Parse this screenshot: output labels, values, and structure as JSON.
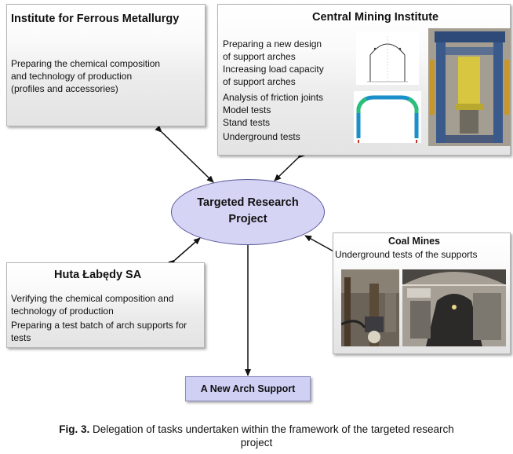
{
  "boxes": {
    "ferrous": {
      "title": "Institute for Ferrous Metallurgy",
      "lines": [
        "Preparing the chemical composition",
        "and technology of production",
        "(profiles and accessories)"
      ]
    },
    "mining": {
      "title": "Central Mining Institute",
      "lines": [
        "Preparing a new design",
        "of support arches",
        "Increasing load capacity",
        "of support arches",
        "Analysis of friction joints",
        "Model tests",
        "Stand tests",
        "Underground tests"
      ]
    },
    "huta": {
      "title": "Huta Łabędy SA",
      "lines": [
        "Verifying the chemical composition and",
        "technology of production",
        "Preparing a test batch of arch supports for",
        "tests"
      ]
    },
    "coal": {
      "title": "Coal Mines",
      "subtitle": "Underground tests of the supports"
    }
  },
  "center": {
    "line1": "Targeted Research",
    "line2": "Project"
  },
  "result": {
    "label": "A New Arch Support"
  },
  "caption": {
    "fig": "Fig. 3.",
    "line1": " Delegation of tasks undertaken within the framework of the targeted research",
    "line2": "project"
  },
  "colors": {
    "ellipse_fill": "#d6d4f4",
    "result_fill": "#cfd0f4",
    "box_border": "#b5b5b5",
    "arrow": "#111111"
  },
  "icons": [
    "arch-profile-drawing",
    "arch-fem-model",
    "press-test-stand-photo",
    "mine-tunnel-photo",
    "mine-roadway-photo"
  ]
}
